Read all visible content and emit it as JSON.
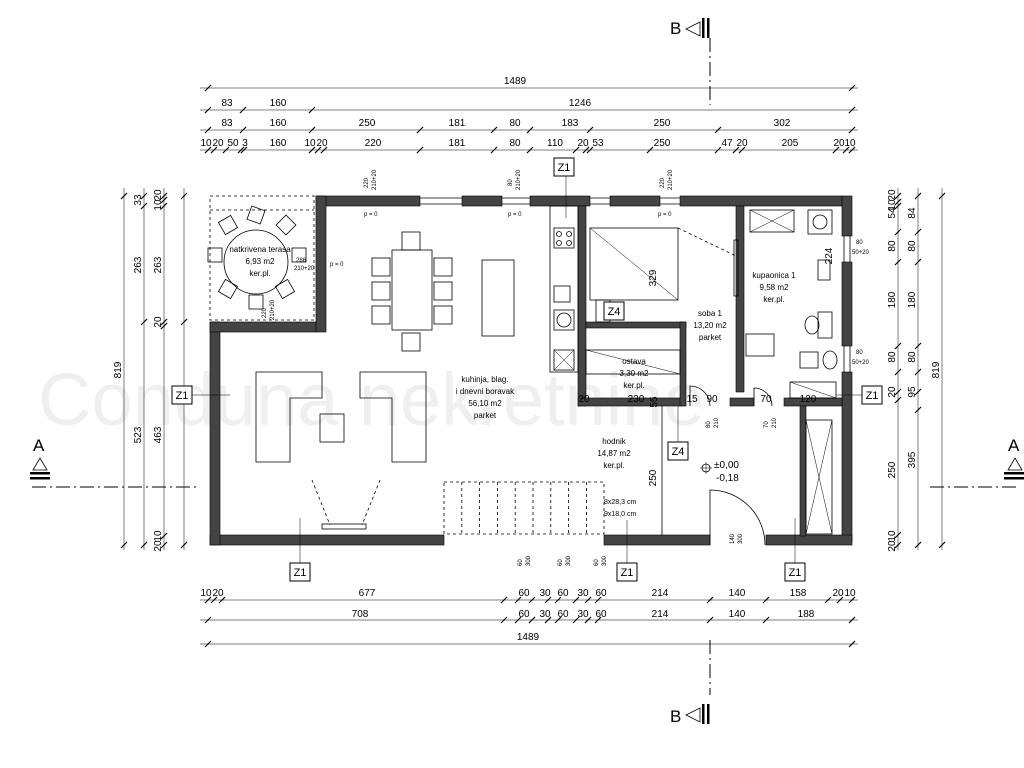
{
  "watermark": "Conduna nekretnine",
  "section_marks": {
    "top": "B",
    "bottom": "B",
    "left": "A",
    "right": "A"
  },
  "dims_top": {
    "row1": [
      "1489"
    ],
    "row2": [
      "83",
      "160",
      "1246"
    ],
    "row3": [
      "83",
      "160",
      "250",
      "181",
      "80",
      "183",
      "250",
      "302"
    ],
    "row4": [
      "10",
      "20",
      "50",
      "3",
      "160",
      "10",
      "20",
      "220",
      "181",
      "80",
      "110",
      "20",
      "53",
      "250",
      "47",
      "20",
      "205",
      "20",
      "10"
    ]
  },
  "dims_bottom": {
    "row1": [
      "10",
      "20",
      "677",
      "60",
      "30",
      "60",
      "30",
      "60",
      "214",
      "140",
      "158",
      "20",
      "10"
    ],
    "row2": [
      "708",
      "60",
      "30",
      "60",
      "30",
      "60",
      "214",
      "140",
      "188"
    ],
    "row3": [
      "1489"
    ]
  },
  "dims_left": {
    "outer": [
      "819"
    ],
    "mid": [
      "263",
      "523"
    ],
    "inner": [
      "33",
      "263",
      "463"
    ],
    "tiny": [
      "20",
      "10",
      "20",
      "10",
      "20"
    ]
  },
  "dims_right": {
    "outer": [
      "819"
    ],
    "mid": [
      "84",
      "80",
      "180",
      "80",
      "95",
      "395"
    ],
    "inner": [
      "54",
      "80",
      "180",
      "80",
      "20",
      "250"
    ],
    "tiny": [
      "20",
      "10",
      "10",
      "20"
    ]
  },
  "rooms": [
    {
      "name": "natkrivena terasa",
      "area": "6,93 m2",
      "floor": "ker.pl."
    },
    {
      "name": "kuhinja, blag.",
      "name2": "i dnevni boravak",
      "area": "56,10 m2",
      "floor": "parket"
    },
    {
      "name": "soba 1",
      "area": "13,20 m2",
      "floor": "parket"
    },
    {
      "name": "kupaonica 1",
      "area": "9,58 m2",
      "floor": "ker.pl."
    },
    {
      "name": "ostava",
      "area": "3,30 m2",
      "floor": "ker.pl."
    },
    {
      "name": "hodnik",
      "area": "14,87 m2",
      "floor": "ker.pl."
    }
  ],
  "inner_dims": {
    "d329": "329",
    "d224": "224",
    "d230": "230",
    "d90": "90",
    "d70": "70",
    "d120": "120",
    "d250": "250",
    "d55": "55",
    "d15": "15",
    "d20": "20",
    "d95": "95",
    "d286": "286",
    "d2x80": "80",
    "d3x60": "60",
    "d2x30": "30"
  },
  "level": {
    "value": "±0,00",
    "sub": "-0,18"
  },
  "stair": [
    "8x28,3 cm",
    "9x18,0 cm"
  ],
  "tags": {
    "z1": "Z1",
    "z4": "Z4"
  },
  "small_labels": {
    "p0": "p = 0",
    "p02": "p = 0",
    "p03": "p = 0",
    "p04": "p = 0",
    "w1": "220",
    "w1b": "210+20",
    "w2": "80",
    "w2b": "210+20",
    "w3": "220",
    "w3b": "210+20",
    "win80a": "80",
    "win80b": "50+20",
    "win80c": "80",
    "win80d": "50+20",
    "t286": "286",
    "t286b": "210+20",
    "t220": "220",
    "t220b": "210+20",
    "d60a": "60",
    "d60b": "300",
    "d60c": "60",
    "d60d": "300",
    "d60e": "60",
    "d60f": "300",
    "door140": "140",
    "door140b": "300",
    "d80a": "80",
    "d80b": "210",
    "d70a": "70",
    "d70b": "210"
  }
}
